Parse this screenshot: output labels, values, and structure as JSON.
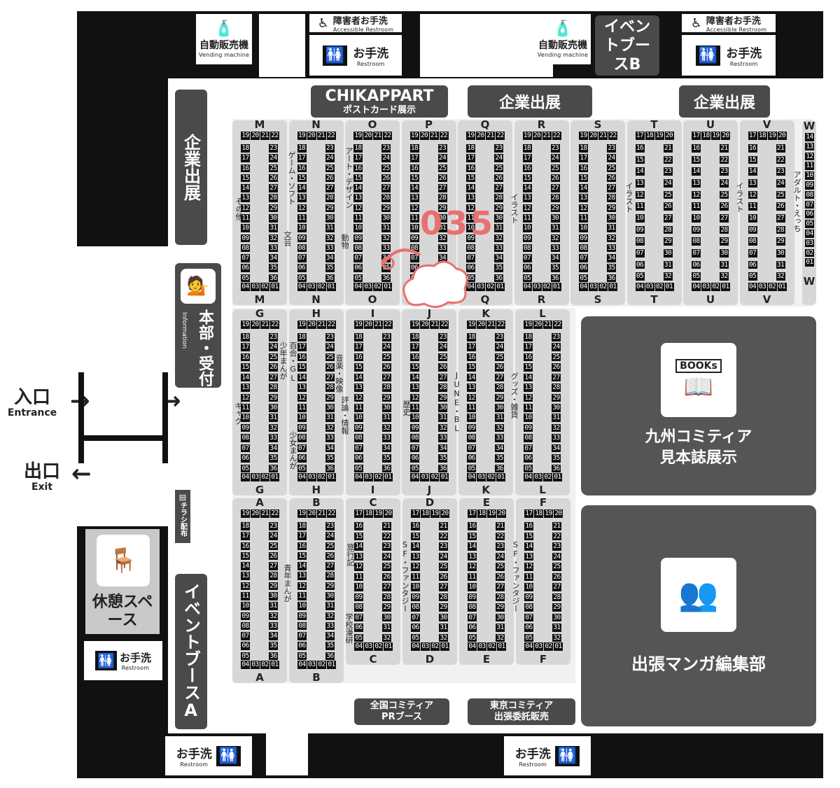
{
  "facilities": {
    "vending_label": "自動販売機",
    "vending_sub": "Vending machine",
    "accessible_label": "障害者お手洗",
    "accessible_sub": "Accessible Restroom",
    "restroom_label": "お手洗",
    "restroom_sub": "Restroom",
    "event_booth_b": "イベントブースB",
    "event_booth_a": "イベントブースA",
    "rest_space": "休憩スペース",
    "flyer": "チラシ配布",
    "info_label": "本部・受付",
    "info_sub": "Information"
  },
  "booths": {
    "chikappart_title": "CHIKAPPART",
    "chikappart_sub": "ポストカード展示",
    "corporate": "企業出展",
    "sample_books": "九州コミティア見本誌展示",
    "manga_editorial": "出張マンガ編集部",
    "books_icon_text": "BOOKs",
    "pr_booth_line1": "全国コミティア",
    "pr_booth_line2": "PRブース",
    "tokyo_line1": "東京コミティア",
    "tokyo_line2": "出張委託販売"
  },
  "entrance": {
    "label": "入口",
    "sub": "Entrance"
  },
  "exit": {
    "label": "出口",
    "sub": "Exit"
  },
  "marker": {
    "text": "035",
    "color": "#e97070"
  },
  "genres": {
    "M": "その他",
    "N1": "ゲーム・ソフト",
    "N2": "文芸",
    "O1": "アート・デザイン",
    "O2": "動物",
    "Q": "イラスト",
    "T": "イラスト",
    "V": "イラスト",
    "W": "アダルト・えっち",
    "G": "ギャグ",
    "H1": "百合・GL",
    "H2": "少年まんが",
    "H3": "少女まんが",
    "I1": "音楽・映像",
    "I2": "評論・情報",
    "J": "歴史",
    "K1": "JUNE・BL",
    "K2": "グッズ・雑貨",
    "A": "青年まんが",
    "C1": "旅行記",
    "C2": "学校漫研",
    "D": "SF・ファンタジー",
    "E": "SF・ファンタジー"
  },
  "sections": [
    {
      "id": "M",
      "type": "A"
    },
    {
      "id": "N",
      "type": "A"
    },
    {
      "id": "O",
      "type": "A"
    },
    {
      "id": "P",
      "type": "A"
    },
    {
      "id": "Q",
      "type": "A"
    },
    {
      "id": "R",
      "type": "A"
    },
    {
      "id": "S",
      "type": "A"
    },
    {
      "id": "T",
      "type": "B"
    },
    {
      "id": "U",
      "type": "B"
    },
    {
      "id": "V",
      "type": "B"
    },
    {
      "id": "G",
      "type": "A"
    },
    {
      "id": "H",
      "type": "A"
    },
    {
      "id": "I",
      "type": "A"
    },
    {
      "id": "J",
      "type": "A"
    },
    {
      "id": "K",
      "type": "A"
    },
    {
      "id": "L",
      "type": "A"
    },
    {
      "id": "A",
      "type": "A"
    },
    {
      "id": "B",
      "type": "A"
    },
    {
      "id": "C",
      "type": "B"
    },
    {
      "id": "D",
      "type": "B"
    },
    {
      "id": "E",
      "type": "B"
    },
    {
      "id": "F",
      "type": "B"
    }
  ],
  "numbering": {
    "A_top": [
      "19",
      "20",
      "21",
      "22"
    ],
    "A_left": [
      "18",
      "17",
      "16",
      "15",
      "14",
      "13",
      "12",
      "11",
      "10",
      "09",
      "08",
      "07",
      "06",
      "05"
    ],
    "A_right": [
      "23",
      "24",
      "25",
      "26",
      "27",
      "28",
      "29",
      "30",
      "31",
      "32",
      "33",
      "34",
      "35",
      "36"
    ],
    "B_top": [
      "17",
      "18",
      "19",
      "20"
    ],
    "B_left": [
      "16",
      "15",
      "14",
      "13",
      "12",
      "11",
      "10",
      "09",
      "08",
      "07",
      "06",
      "05"
    ],
    "B_right": [
      "21",
      "22",
      "23",
      "24",
      "25",
      "26",
      "27",
      "28",
      "29",
      "30",
      "31",
      "32"
    ],
    "bottom": [
      "04",
      "03",
      "02",
      "01"
    ],
    "W_col": [
      "14",
      "13",
      "12",
      "11",
      "10",
      "09",
      "08",
      "07",
      "06",
      "05",
      "04",
      "03",
      "02",
      "01"
    ]
  }
}
